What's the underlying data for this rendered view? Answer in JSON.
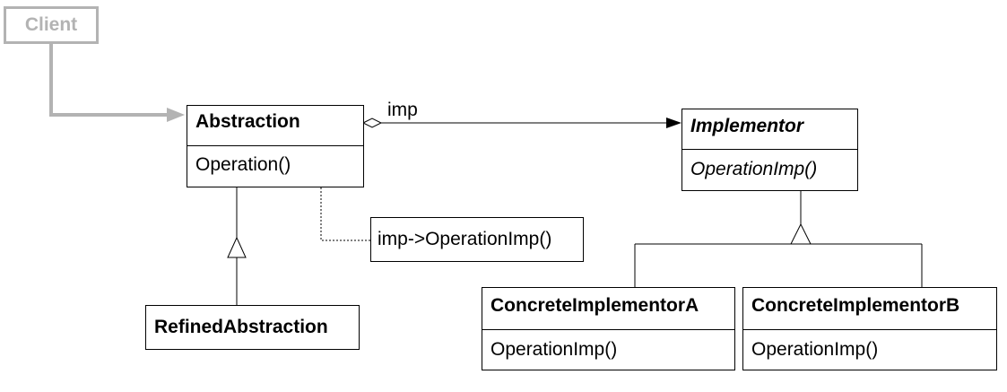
{
  "client": {
    "label": "Client"
  },
  "abstraction": {
    "name": "Abstraction",
    "operation": "Operation()"
  },
  "refined_abstraction": {
    "name": "RefinedAbstraction"
  },
  "implementor": {
    "name": "Implementor",
    "operation": "OperationImp()"
  },
  "concrete_a": {
    "name": "ConcreteImplementorA",
    "operation": "OperationImp()"
  },
  "concrete_b": {
    "name": "ConcreteImplementorB",
    "operation": "OperationImp()"
  },
  "note": {
    "text": "imp->OperationImp()"
  },
  "association": {
    "label": "imp"
  },
  "colors": {
    "line": "#000000",
    "client_gray": "#b3b3b3"
  }
}
